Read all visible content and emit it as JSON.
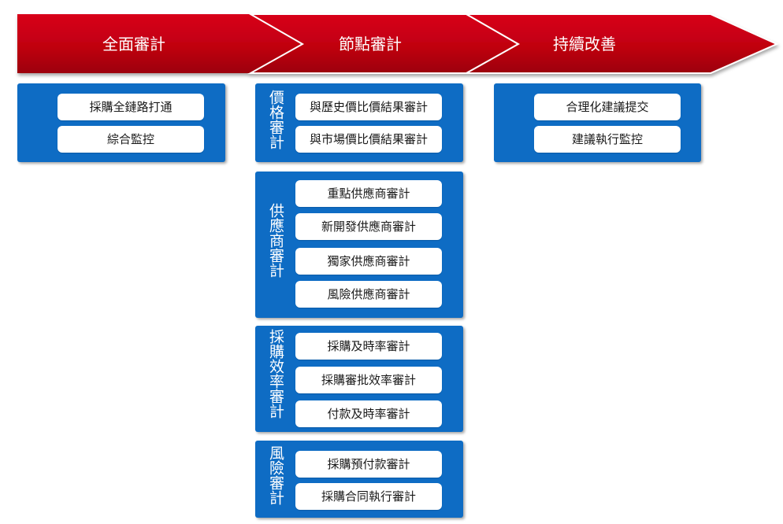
{
  "colors": {
    "chevron": "#c4000c",
    "panel": "#0e6cc4",
    "item_bg": "#ffffff"
  },
  "stages": [
    "全面審計",
    "節點審計",
    "持續改善"
  ],
  "left_panel": {
    "items": [
      "採購全鏈路打通",
      "綜合監控"
    ]
  },
  "middle_groups": [
    {
      "label": "價格審計",
      "items": [
        "與歷史價比價結果審計",
        "與市場價比價結果審計"
      ]
    },
    {
      "label": "供應商審計",
      "items": [
        "重點供應商審計",
        "新開發供應商審計",
        "獨家供應商審計",
        "風險供應商審計"
      ]
    },
    {
      "label": "採購效率審計",
      "items": [
        "採購及時率審計",
        "採購審批效率審計",
        "付款及時率審計"
      ]
    },
    {
      "label": "風險審計",
      "items": [
        "採購預付款審計",
        "採購合同執行審計"
      ]
    }
  ],
  "right_panel": {
    "items": [
      "合理化建議提交",
      "建議執行監控"
    ]
  }
}
